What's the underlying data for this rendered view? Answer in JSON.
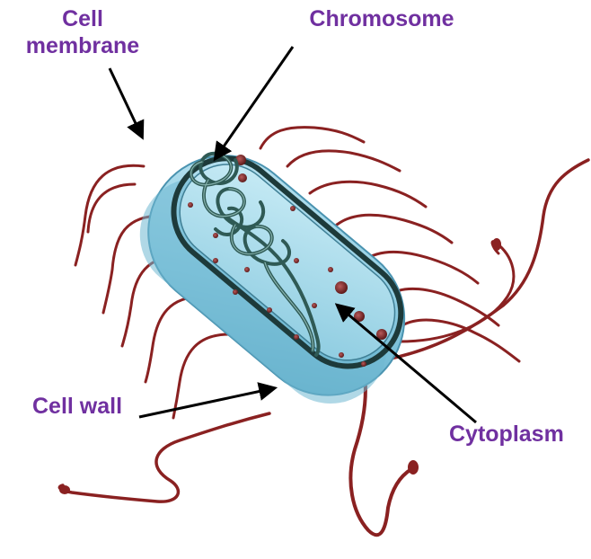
{
  "colors": {
    "label": "#7030a0",
    "arrow": "#000000",
    "cell_body": "#7fc4dc",
    "cell_wall_edge": "#4a93b0",
    "membrane": "#1d3a3a",
    "cytoplasm": "#a6d8ea",
    "flagella": "#8a2121",
    "chromosome": "#2f5a55",
    "ribosome": "#7a2a2a"
  },
  "labels": {
    "cell_membrane_line1": "Cell",
    "cell_membrane_line2": "membrane",
    "chromosome": "Chromosome",
    "cell_wall": "Cell wall",
    "cytoplasm": "Cytoplasm"
  }
}
